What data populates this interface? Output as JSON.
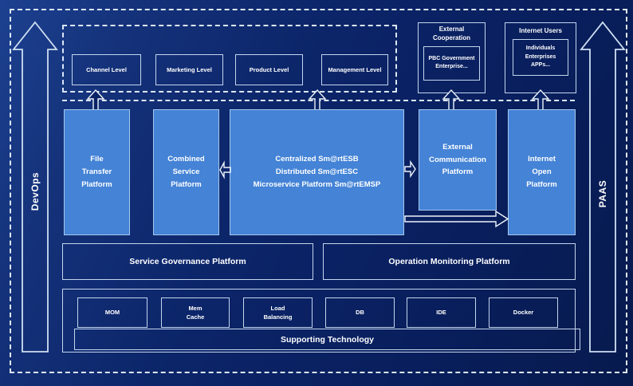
{
  "rails": {
    "devops_label": "DevOps",
    "paas_label": "PAAS"
  },
  "top_zone": {
    "levels": [
      "Channel Level",
      "Marketing Level",
      "Product Level",
      "Management Level"
    ],
    "external_cooperation": {
      "title": "External\nCooperation",
      "members": "PBC Government\nEnterprise..."
    },
    "internet_users": {
      "title": "Internet Users",
      "members": "Individuals\nEnterprises\nAPPs..."
    }
  },
  "platform_row": {
    "file_transfer": "File\nTransfer\nPlatform",
    "combined_service": "Combined\nService\nPlatform",
    "esb_suite": "Centralized Sm@rtESB\nDistributed Sm@rtESC\nMicroservice Platform Sm@rtEMSP",
    "external_communication": "External\nCommunication\nPlatform",
    "internet_open": "Internet\nOpen\nPlatform"
  },
  "management_row": {
    "service_governance": "Service Governance Platform",
    "operation_monitoring": "Operation Monitoring Platform"
  },
  "supporting": {
    "technologies": [
      "MOM",
      "Mem\nCache",
      "Load\nBalancing",
      "DB",
      "IDE",
      "Docker"
    ],
    "banner": "Supporting Technology"
  },
  "colors": {
    "background_navy": "#0a2366",
    "platform_blue": "#4483d6",
    "box_border_light": "#c3d6ee",
    "dashed_line": "#dce7f6"
  }
}
